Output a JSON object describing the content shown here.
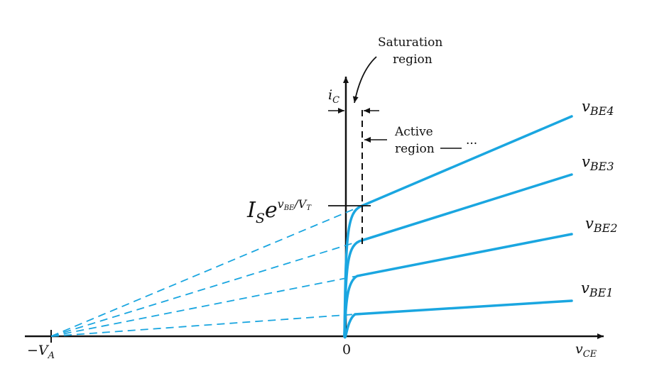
{
  "title": "",
  "colors": {
    "curve": "#1aa6e0",
    "axis": "#111111"
  },
  "axes": {
    "x_label_main": "v",
    "x_label_sub": "CE",
    "y_label_main": "i",
    "y_label_sub": "C",
    "origin_label": "0",
    "va_label_sign": "−V",
    "va_label_sub": "A"
  },
  "annotations": {
    "saturation_line1": "Saturation",
    "saturation_line2": "region",
    "active_line1": "Active",
    "active_line2": "region",
    "active_ellipsis": "···",
    "intercept_main": "I",
    "intercept_sub": "S",
    "intercept_e": "e",
    "intercept_exp1": "v",
    "intercept_exp1_sub": "BE",
    "intercept_exp_slash": "/",
    "intercept_exp2": "V",
    "intercept_exp2_sub": "T"
  },
  "curves": [
    {
      "label_main": "v",
      "label_sub": "BE1"
    },
    {
      "label_main": "v",
      "label_sub": "BE2"
    },
    {
      "label_main": "v",
      "label_sub": "BE3"
    },
    {
      "label_main": "v",
      "label_sub": "BE4"
    }
  ]
}
